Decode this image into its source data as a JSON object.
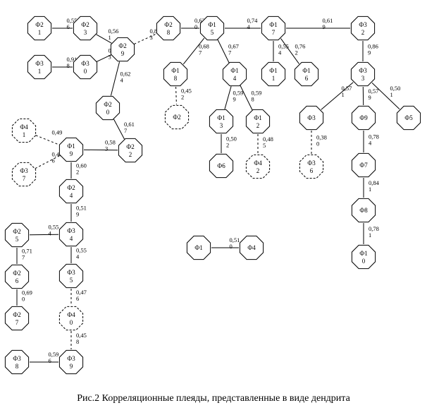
{
  "caption": "Рис.2 Корреляционные плеяды, представленные в виде дендрита",
  "colors": {
    "stroke": "#000000",
    "fill": "#ffffff",
    "text": "#000000"
  },
  "nodes": [
    {
      "id": "f2_1",
      "label": [
        "Ф2",
        "1"
      ],
      "style": "solid"
    },
    {
      "id": "f2_3",
      "label": [
        "Ф2",
        "3"
      ],
      "style": "solid"
    },
    {
      "id": "f2_9",
      "label": [
        "Ф2",
        "9"
      ],
      "style": "solid"
    },
    {
      "id": "f3_1",
      "label": [
        "Ф3",
        "1"
      ],
      "style": "solid"
    },
    {
      "id": "f3_0",
      "label": [
        "Ф3",
        "0"
      ],
      "style": "solid"
    },
    {
      "id": "f2_0",
      "label": [
        "Ф2",
        "0"
      ],
      "style": "solid"
    },
    {
      "id": "f2_8",
      "label": [
        "Ф2",
        "8"
      ],
      "style": "solid"
    },
    {
      "id": "f1_5",
      "label": [
        "Ф1",
        "5"
      ],
      "style": "solid"
    },
    {
      "id": "f1_7",
      "label": [
        "Ф1",
        "7"
      ],
      "style": "solid"
    },
    {
      "id": "f3_2",
      "label": [
        "Ф3",
        "2"
      ],
      "style": "solid"
    },
    {
      "id": "f1_8",
      "label": [
        "Ф1",
        "8"
      ],
      "style": "solid"
    },
    {
      "id": "f1_4",
      "label": [
        "Ф1",
        "4"
      ],
      "style": "solid"
    },
    {
      "id": "f1_1",
      "label": [
        "Ф1",
        "1"
      ],
      "style": "solid"
    },
    {
      "id": "f1_6",
      "label": [
        "Ф1",
        "6"
      ],
      "style": "solid"
    },
    {
      "id": "f3_3",
      "label": [
        "Ф3",
        "3"
      ],
      "style": "solid"
    },
    {
      "id": "f2",
      "label": [
        "Ф2"
      ],
      "style": "dashed"
    },
    {
      "id": "f1_3",
      "label": [
        "Ф1",
        "3"
      ],
      "style": "solid"
    },
    {
      "id": "f1_2",
      "label": [
        "Ф1",
        "2"
      ],
      "style": "solid"
    },
    {
      "id": "f3",
      "label": [
        "Ф3"
      ],
      "style": "solid"
    },
    {
      "id": "f9",
      "label": [
        "Ф9"
      ],
      "style": "solid"
    },
    {
      "id": "f5",
      "label": [
        "Ф5"
      ],
      "style": "solid"
    },
    {
      "id": "f6",
      "label": [
        "Ф6"
      ],
      "style": "solid"
    },
    {
      "id": "f4_2b",
      "label": [
        "Ф4",
        "2"
      ],
      "style": "dashed"
    },
    {
      "id": "f3_6",
      "label": [
        "Ф3",
        "6"
      ],
      "style": "dashed"
    },
    {
      "id": "f7",
      "label": [
        "Ф7"
      ],
      "style": "solid"
    },
    {
      "id": "f8",
      "label": [
        "Ф8"
      ],
      "style": "solid"
    },
    {
      "id": "f1_0",
      "label": [
        "Ф1",
        "0"
      ],
      "style": "solid"
    },
    {
      "id": "f4_1",
      "label": [
        "Ф4",
        "1"
      ],
      "style": "dashed"
    },
    {
      "id": "f1_9",
      "label": [
        "Ф1",
        "9"
      ],
      "style": "solid"
    },
    {
      "id": "f2_2",
      "label": [
        "Ф2",
        "2"
      ],
      "style": "solid"
    },
    {
      "id": "f3_7",
      "label": [
        "Ф3",
        "7"
      ],
      "style": "dashed"
    },
    {
      "id": "f2_4",
      "label": [
        "Ф2",
        "4"
      ],
      "style": "solid"
    },
    {
      "id": "f2_5",
      "label": [
        "Ф2",
        "5"
      ],
      "style": "solid"
    },
    {
      "id": "f3_4",
      "label": [
        "Ф3",
        "4"
      ],
      "style": "solid"
    },
    {
      "id": "f2_6",
      "label": [
        "Ф2",
        "6"
      ],
      "style": "solid"
    },
    {
      "id": "f3_5",
      "label": [
        "Ф3",
        "5"
      ],
      "style": "solid"
    },
    {
      "id": "f2_7",
      "label": [
        "Ф2",
        "7"
      ],
      "style": "solid"
    },
    {
      "id": "f4_0",
      "label": [
        "Ф4",
        "0"
      ],
      "style": "dashed"
    },
    {
      "id": "f3_8",
      "label": [
        "Ф3",
        "8"
      ],
      "style": "solid"
    },
    {
      "id": "f3_9",
      "label": [
        "Ф3",
        "9"
      ],
      "style": "solid"
    },
    {
      "id": "f1",
      "label": [
        "Ф1"
      ],
      "style": "solid"
    },
    {
      "id": "f4",
      "label": [
        "Ф4"
      ],
      "style": "solid"
    }
  ],
  "edges": [
    {
      "from": "f2_1",
      "to": "f2_3",
      "value": [
        "0,55",
        "6"
      ],
      "style": "solid"
    },
    {
      "from": "f2_3",
      "to": "f2_9",
      "value": [
        "0,56",
        "1"
      ],
      "style": "solid"
    },
    {
      "from": "f3_1",
      "to": "f3_0",
      "value": [
        "0,91",
        "8"
      ],
      "style": "solid"
    },
    {
      "from": "f3_0",
      "to": "f2_9",
      "value": [
        "0,59",
        "3"
      ],
      "style": "solid"
    },
    {
      "from": "f2_9",
      "to": "f2_8",
      "value": [
        "0,82",
        "3"
      ],
      "style": "dashed"
    },
    {
      "from": "f2_9",
      "to": "f2_0",
      "value": [
        "0,62",
        "4"
      ],
      "style": "solid"
    },
    {
      "from": "f2_0",
      "to": "f2_2",
      "value": [
        "0,61",
        "7"
      ],
      "style": "solid"
    },
    {
      "from": "f2_8",
      "to": "f1_5",
      "value": [
        "0,62",
        "0"
      ],
      "style": "solid"
    },
    {
      "from": "f1_5",
      "to": "f1_7",
      "value": [
        "0,74",
        "4"
      ],
      "style": "solid"
    },
    {
      "from": "f1_7",
      "to": "f3_2",
      "value": [
        "0,61",
        "9"
      ],
      "style": "solid"
    },
    {
      "from": "f1_5",
      "to": "f1_8",
      "value": [
        "0,68",
        "7"
      ],
      "style": "solid"
    },
    {
      "from": "f1_5",
      "to": "f1_4",
      "value": [
        "0,67",
        "7"
      ],
      "style": "solid"
    },
    {
      "from": "f1_7",
      "to": "f1_1",
      "value": [
        "0,55",
        "4"
      ],
      "style": "solid"
    },
    {
      "from": "f1_7",
      "to": "f1_6",
      "value": [
        "0,76",
        "2"
      ],
      "style": "solid"
    },
    {
      "from": "f3_2",
      "to": "f3_3",
      "value": [
        "0,86",
        "9"
      ],
      "style": "solid"
    },
    {
      "from": "f1_8",
      "to": "f2",
      "value": [
        "0,45",
        "2"
      ],
      "style": "dashed"
    },
    {
      "from": "f1_4",
      "to": "f1_3",
      "value": [
        "0,59",
        "9"
      ],
      "style": "solid"
    },
    {
      "from": "f1_4",
      "to": "f1_2",
      "value": [
        "0,59",
        "8"
      ],
      "style": "solid"
    },
    {
      "from": "f3_3",
      "to": "f3",
      "value": [
        "0,57",
        "1"
      ],
      "style": "solid"
    },
    {
      "from": "f3_3",
      "to": "f9",
      "value": [
        "0,57",
        "9"
      ],
      "style": "solid"
    },
    {
      "from": "f3_3",
      "to": "f5",
      "value": [
        "0,50",
        "1"
      ],
      "style": "solid"
    },
    {
      "from": "f1_3",
      "to": "f6",
      "value": [
        "0,50",
        "2"
      ],
      "style": "solid"
    },
    {
      "from": "f1_2",
      "to": "f4_2b",
      "value": [
        "0,48",
        "5"
      ],
      "style": "dashed"
    },
    {
      "from": "f3",
      "to": "f3_6",
      "value": [
        "0,38",
        "0"
      ],
      "style": "dashed"
    },
    {
      "from": "f9",
      "to": "f7",
      "value": [
        "0,78",
        "4"
      ],
      "style": "solid"
    },
    {
      "from": "f7",
      "to": "f8",
      "value": [
        "0,84",
        "1"
      ],
      "style": "solid"
    },
    {
      "from": "f8",
      "to": "f1_0",
      "value": [
        "0,78",
        "1"
      ],
      "style": "solid"
    },
    {
      "from": "f4_1",
      "to": "f1_9",
      "value": [
        "0,49",
        ""
      ],
      "style": "dashed"
    },
    {
      "from": "f3_7",
      "to": "f1_9",
      "value": [
        "0,40",
        "6"
      ],
      "style": "dashed"
    },
    {
      "from": "f1_9",
      "to": "f2_2",
      "value": [
        "0,58",
        "3"
      ],
      "style": "solid"
    },
    {
      "from": "f1_9",
      "to": "f2_4",
      "value": [
        "0,60",
        "2"
      ],
      "style": "solid"
    },
    {
      "from": "f2_4",
      "to": "f3_4",
      "value": [
        "0,51",
        "9"
      ],
      "style": "solid"
    },
    {
      "from": "f2_5",
      "to": "f3_4",
      "value": [
        "0,55",
        "4"
      ],
      "style": "solid"
    },
    {
      "from": "f2_5",
      "to": "f2_6",
      "value": [
        "0,71",
        "7"
      ],
      "style": "solid"
    },
    {
      "from": "f3_4",
      "to": "f3_5",
      "value": [
        "0,55",
        "4"
      ],
      "style": "solid"
    },
    {
      "from": "f2_6",
      "to": "f2_7",
      "value": [
        "0,69",
        "0"
      ],
      "style": "solid"
    },
    {
      "from": "f3_5",
      "to": "f4_0",
      "value": [
        "0,47",
        "6"
      ],
      "style": "dashed"
    },
    {
      "from": "f4_0",
      "to": "f3_9",
      "value": [
        "0,45",
        "8"
      ],
      "style": "dashed"
    },
    {
      "from": "f3_8",
      "to": "f3_9",
      "value": [
        "0,59",
        "6"
      ],
      "style": "solid"
    },
    {
      "from": "f1",
      "to": "f4",
      "value": [
        "0,51",
        "0"
      ],
      "style": "solid"
    }
  ]
}
